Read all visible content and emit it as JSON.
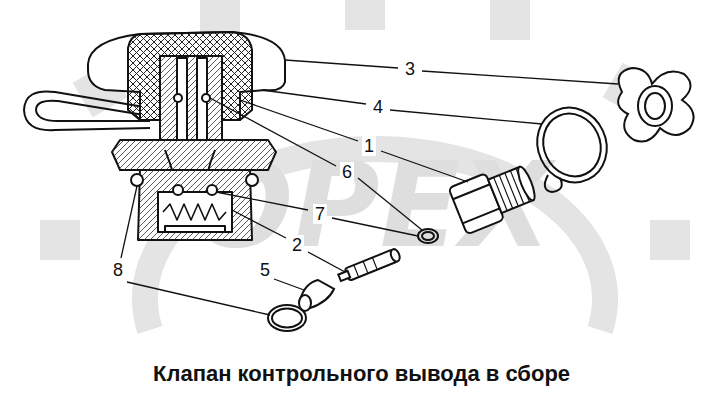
{
  "diagram": {
    "caption": "Клапан контрольного вывода в сборе",
    "labels": [
      "3",
      "4",
      "1",
      "6",
      "7",
      "2",
      "5",
      "8",
      "OPEX"
    ]
  }
}
